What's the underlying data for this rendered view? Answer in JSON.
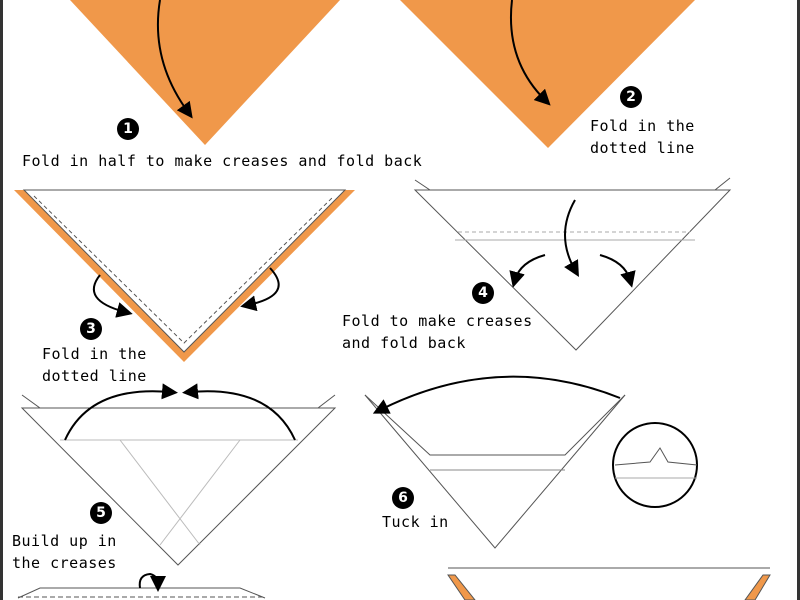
{
  "colors": {
    "paper": "#f0984a",
    "line": "#555555",
    "crease": "#aaaaaa"
  },
  "steps": [
    {
      "number": "1",
      "text": "Fold in half to make creases and fold back"
    },
    {
      "number": "2",
      "text": "Fold in the\ndotted line"
    },
    {
      "number": "3",
      "text": "Fold in the\ndotted line"
    },
    {
      "number": "4",
      "text": "Fold to make creases\nand fold back"
    },
    {
      "number": "5",
      "text": "Build up in\nthe creases"
    },
    {
      "number": "6",
      "text": "Tuck in"
    }
  ]
}
